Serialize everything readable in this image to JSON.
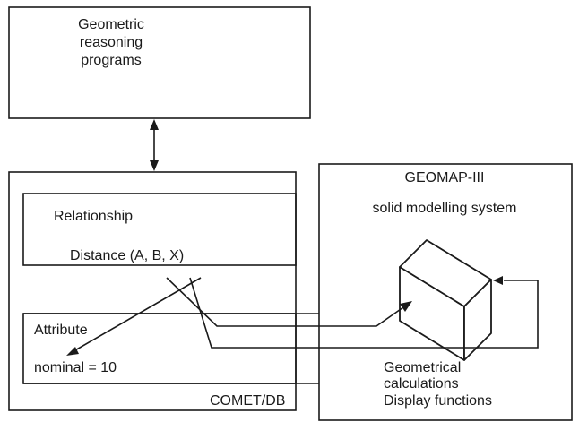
{
  "geometric_reasoning": {
    "lines": [
      "Geometric",
      "reasoning",
      "programs"
    ]
  },
  "comet_db": {
    "label": "COMET/DB",
    "relationship": {
      "title": "Relationship",
      "expression": "Distance (A, B, X)"
    },
    "attribute": {
      "title": "Attribute",
      "value": "nominal = 10"
    }
  },
  "geomap": {
    "title": "GEOMAP-III",
    "subtitle": "solid modelling system",
    "functions": [
      "Geometrical",
      "calculations",
      "Display functions"
    ]
  }
}
